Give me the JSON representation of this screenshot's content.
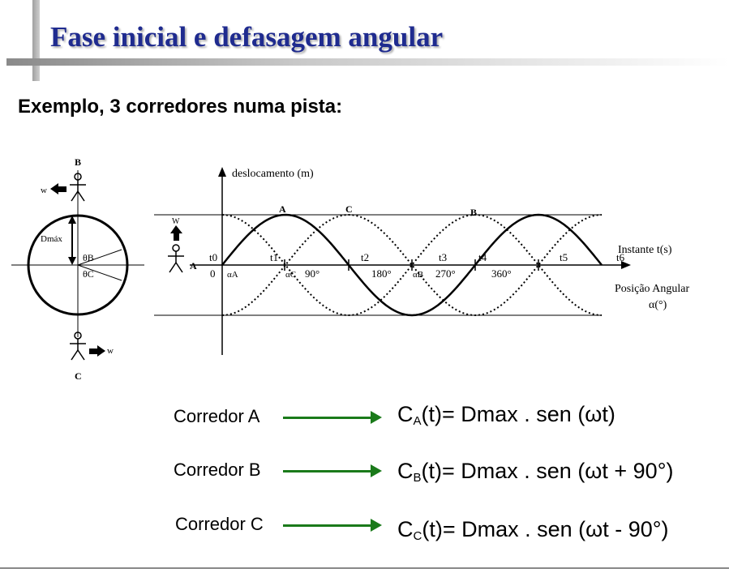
{
  "slide": {
    "title": "Fase inicial e defasagem angular",
    "subtitle": "Exemplo, 3 corredores numa pista:"
  },
  "diagram": {
    "runner_b_label": "B",
    "runner_c_label": "C",
    "runner_a_label": "A",
    "w_label": "w",
    "w_label_top": "W",
    "dmax_label": "Dmáx",
    "theta_b": "θB",
    "theta_c": "θC",
    "y_axis_label": "deslocamento (m)",
    "x_axis_label": "Instante t(s)",
    "angle_axis_label_1": "Posição Angular",
    "angle_axis_label_2": "α(°)",
    "curve_a": "A",
    "curve_b": "B",
    "curve_c": "C",
    "t0": "t0",
    "zero": "0",
    "alpha_a": "αA",
    "alpha_c": "αC",
    "alpha_b": "αB",
    "t_labels": [
      "t1",
      "t2",
      "t3",
      "t4",
      "t5",
      "t6"
    ],
    "angle_labels": [
      "90°",
      "180°",
      "270°",
      "360°"
    ]
  },
  "runners": [
    {
      "label": "Corredor A",
      "formula_prefix": "C",
      "formula_sub": "A",
      "formula_body": "(t)= Dmax . sen (ωt)"
    },
    {
      "label": "Corredor B",
      "formula_prefix": "C",
      "formula_sub": "B",
      "formula_body": "(t)= Dmax . sen (ωt + 90°)"
    },
    {
      "label": "Corredor C",
      "formula_prefix": "C",
      "formula_sub": "C",
      "formula_body": "(t)= Dmax . sen (ωt - 90°)"
    }
  ]
}
